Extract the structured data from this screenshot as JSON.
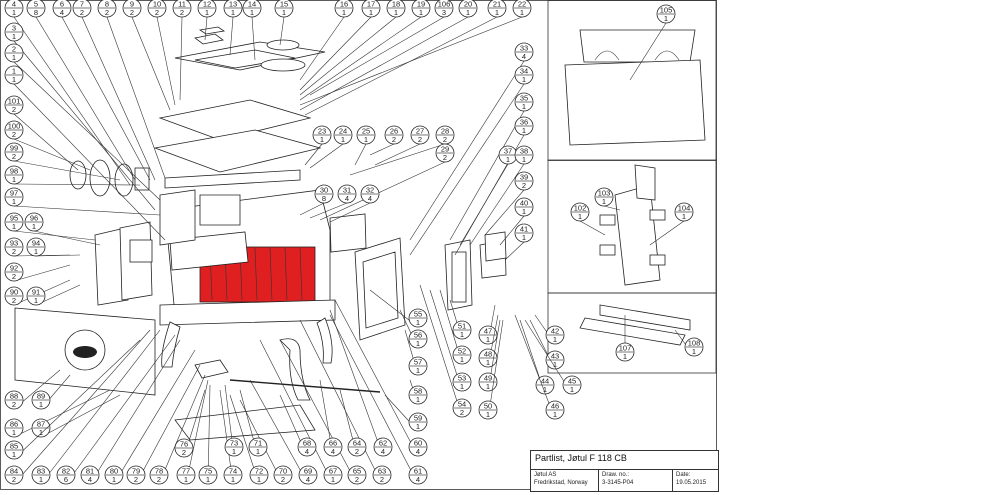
{
  "title_block": {
    "title": "Partlist, Jøtul F  118 CB",
    "company": "Jøtul AS",
    "location": "Fredrikstad, Norway",
    "drawing_label": "Draw. no.:",
    "drawing_no": "3-3145-P04",
    "date_label": "Date:",
    "date": "19.05.2015"
  },
  "callouts": [
    {
      "n": "4",
      "q": "1"
    },
    {
      "n": "5",
      "q": "8"
    },
    {
      "n": "6",
      "q": "4"
    },
    {
      "n": "7",
      "q": "2"
    },
    {
      "n": "8",
      "q": "2"
    },
    {
      "n": "9",
      "q": "2"
    },
    {
      "n": "10",
      "q": "2"
    },
    {
      "n": "11",
      "q": "2"
    },
    {
      "n": "12",
      "q": "1"
    },
    {
      "n": "13",
      "q": "1"
    },
    {
      "n": "14",
      "q": "1"
    },
    {
      "n": "15",
      "q": "1"
    },
    {
      "n": "16",
      "q": "1"
    },
    {
      "n": "17",
      "q": "1"
    },
    {
      "n": "18",
      "q": "1"
    },
    {
      "n": "19",
      "q": "1"
    },
    {
      "n": "106",
      "q": "3"
    },
    {
      "n": "20",
      "q": "1"
    },
    {
      "n": "21",
      "q": "1"
    },
    {
      "n": "22",
      "q": "1"
    },
    {
      "n": "3",
      "q": "1"
    },
    {
      "n": "2",
      "q": "1"
    },
    {
      "n": "1",
      "q": "1"
    },
    {
      "n": "101",
      "q": "2"
    },
    {
      "n": "100",
      "q": "2"
    },
    {
      "n": "99",
      "q": "2"
    },
    {
      "n": "98",
      "q": "1"
    },
    {
      "n": "97",
      "q": "1"
    },
    {
      "n": "95",
      "q": "1"
    },
    {
      "n": "96",
      "q": "1"
    },
    {
      "n": "93",
      "q": "2"
    },
    {
      "n": "94",
      "q": "1"
    },
    {
      "n": "92",
      "q": "2"
    },
    {
      "n": "90",
      "q": "2"
    },
    {
      "n": "91",
      "q": "1"
    },
    {
      "n": "88",
      "q": "2"
    },
    {
      "n": "89",
      "q": "1"
    },
    {
      "n": "86",
      "q": "1"
    },
    {
      "n": "87",
      "q": "1"
    },
    {
      "n": "85",
      "q": "1"
    },
    {
      "n": "84",
      "q": "2"
    },
    {
      "n": "83",
      "q": "1"
    },
    {
      "n": "82",
      "q": "6"
    },
    {
      "n": "81",
      "q": "4"
    },
    {
      "n": "80",
      "q": "1"
    },
    {
      "n": "79",
      "q": "2"
    },
    {
      "n": "78",
      "q": "2"
    },
    {
      "n": "77",
      "q": "1"
    },
    {
      "n": "75",
      "q": "1"
    },
    {
      "n": "74",
      "q": "1"
    },
    {
      "n": "72",
      "q": "1"
    },
    {
      "n": "70",
      "q": "2"
    },
    {
      "n": "69",
      "q": "4"
    },
    {
      "n": "67",
      "q": "1"
    },
    {
      "n": "65",
      "q": "2"
    },
    {
      "n": "63",
      "q": "2"
    },
    {
      "n": "61",
      "q": "4"
    },
    {
      "n": "76",
      "q": "2"
    },
    {
      "n": "73",
      "q": "1"
    },
    {
      "n": "71",
      "q": "1"
    },
    {
      "n": "68",
      "q": "4"
    },
    {
      "n": "66",
      "q": "4"
    },
    {
      "n": "64",
      "q": "2"
    },
    {
      "n": "62",
      "q": "4"
    },
    {
      "n": "60",
      "q": "4"
    },
    {
      "n": "59",
      "q": "1"
    },
    {
      "n": "58",
      "q": "1"
    },
    {
      "n": "57",
      "q": "1"
    },
    {
      "n": "56",
      "q": "1"
    },
    {
      "n": "55",
      "q": "1"
    },
    {
      "n": "23",
      "q": "1"
    },
    {
      "n": "24",
      "q": "1"
    },
    {
      "n": "25",
      "q": "1"
    },
    {
      "n": "26",
      "q": "2"
    },
    {
      "n": "27",
      "q": "2"
    },
    {
      "n": "28",
      "q": "2"
    },
    {
      "n": "29",
      "q": "2"
    },
    {
      "n": "30",
      "q": "8"
    },
    {
      "n": "31",
      "q": "4"
    },
    {
      "n": "32",
      "q": "4"
    },
    {
      "n": "33",
      "q": "4"
    },
    {
      "n": "34",
      "q": "1"
    },
    {
      "n": "35",
      "q": "1"
    },
    {
      "n": "36",
      "q": "1"
    },
    {
      "n": "37",
      "q": "1"
    },
    {
      "n": "38",
      "q": "1"
    },
    {
      "n": "39",
      "q": "2"
    },
    {
      "n": "40",
      "q": "1"
    },
    {
      "n": "41",
      "q": "1"
    },
    {
      "n": "42",
      "q": "1"
    },
    {
      "n": "43",
      "q": "1"
    },
    {
      "n": "44",
      "q": "1"
    },
    {
      "n": "45",
      "q": "1"
    },
    {
      "n": "46",
      "q": "1"
    },
    {
      "n": "47",
      "q": "1"
    },
    {
      "n": "48",
      "q": "1"
    },
    {
      "n": "49",
      "q": "1"
    },
    {
      "n": "50",
      "q": "1"
    },
    {
      "n": "51",
      "q": "1"
    },
    {
      "n": "52",
      "q": "1"
    },
    {
      "n": "53",
      "q": "1"
    },
    {
      "n": "54",
      "q": "2"
    },
    {
      "n": "105",
      "q": "1"
    },
    {
      "n": "102",
      "q": "1"
    },
    {
      "n": "103",
      "q": "1"
    },
    {
      "n": "104",
      "q": "1"
    },
    {
      "n": "107",
      "q": "1"
    },
    {
      "n": "108",
      "q": "1"
    }
  ],
  "colors": {
    "firebrick": "#e02020",
    "line": "#222222"
  }
}
